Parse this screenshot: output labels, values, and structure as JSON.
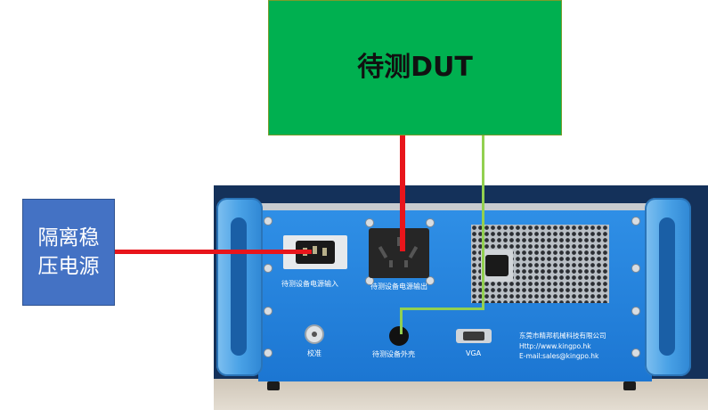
{
  "dut_box": {
    "label": "待测DUT",
    "color": "#00b050"
  },
  "power_box": {
    "label": "隔离稳压电源",
    "color": "#4472c4"
  },
  "panel": {
    "power_input_label": "待测设备电源输入",
    "power_output_label": "待测设备电源输出",
    "calibration_label": "校准",
    "case_ground_label": "待测设备外壳",
    "vga_label": "VGA",
    "company_name": "东莞市精邦机械科技有限公司",
    "website": "Http://www.kingpo.hk",
    "email": "E-mail:sales@kingpo.hk"
  },
  "wire_colors": {
    "power": "#e8151b",
    "ground": "#92d050"
  }
}
